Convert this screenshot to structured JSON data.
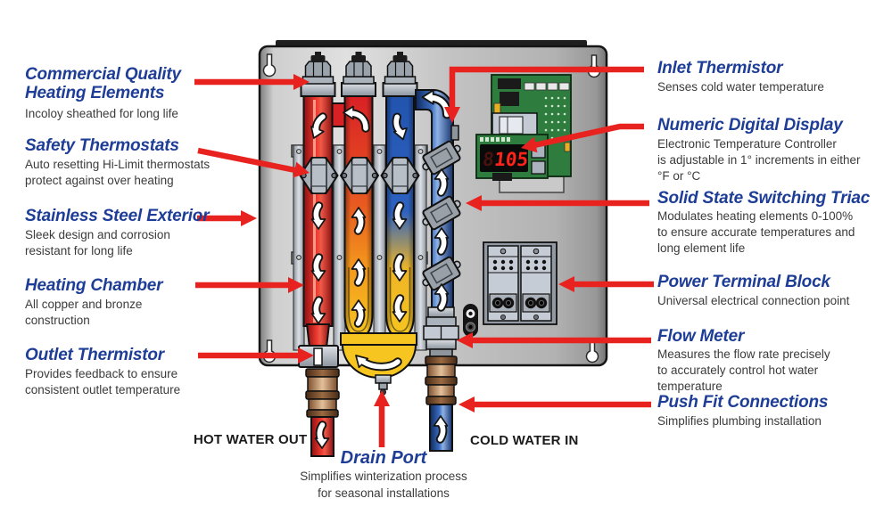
{
  "diagram_title": "Tankless electric water heater cutaway diagram",
  "labels": {
    "left": [
      {
        "title": "Commercial Quality\nHeating Elements",
        "desc": "Incoloy sheathed for long life"
      },
      {
        "title": "Safety Thermostats",
        "desc": "Auto resetting Hi-Limit thermostats\nprotect against over heating"
      },
      {
        "title": "Stainless Steel Exterior",
        "desc": "Sleek design and corrosion\nresistant for long life"
      },
      {
        "title": "Heating Chamber",
        "desc": "All copper and bronze\nconstruction"
      },
      {
        "title": "Outlet Thermistor",
        "desc": "Provides feedback to ensure\nconsistent outlet temperature"
      }
    ],
    "right": [
      {
        "title": "Inlet Thermistor",
        "desc": "Senses cold water temperature"
      },
      {
        "title": "Numeric Digital Display",
        "desc": "Electronic Temperature Controller\nis adjustable in 1° increments in either\n°F or °C"
      },
      {
        "title": "Solid State Switching Triac",
        "desc": "Modulates heating elements 0-100%\nto ensure accurate temperatures and\nlong element life"
      },
      {
        "title": "Power Terminal Block",
        "desc": "Universal electrical connection point"
      },
      {
        "title": "Flow Meter",
        "desc": "Measures the flow rate precisely\nto accurately control hot water\ntemperature"
      },
      {
        "title": "Push Fit Connections",
        "desc": "Simplifies plumbing installation"
      }
    ],
    "bottom": {
      "hot_out": "HOT WATER OUT",
      "cold_in": "COLD WATER IN",
      "drain_title": "Drain Port",
      "drain_desc": "Simplifies winterization process\nfor seasonal installations"
    }
  },
  "display": {
    "ghost": "8.",
    "value": "105"
  },
  "colors": {
    "heading_blue": "#1e3d96",
    "callout_red": "#e8231f",
    "hot_red": "#d92025",
    "cold_blue": "#2456ae",
    "chamber_yellow": "#f6c51f",
    "pcb_green": "#2e7c3e",
    "display_red": "#ff241a"
  }
}
